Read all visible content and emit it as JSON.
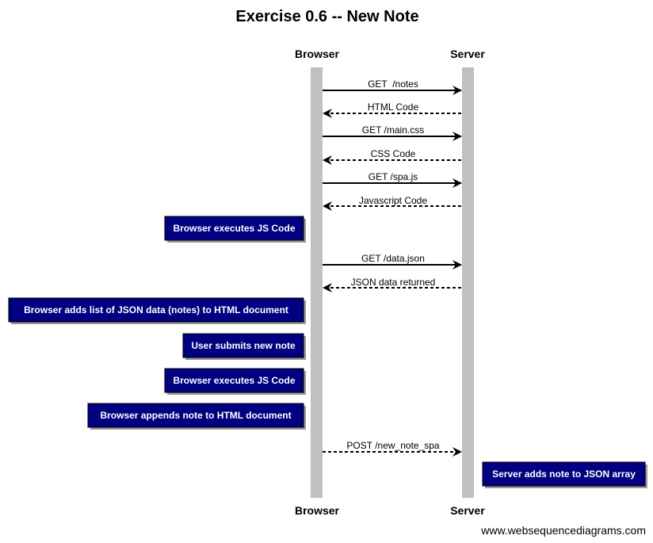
{
  "title": "Exercise 0.6 -- New Note",
  "participants": {
    "browser": "Browser",
    "server": "Server"
  },
  "messages": [
    {
      "label": "GET  /notes",
      "direction": "browser-to-server",
      "style": "solid"
    },
    {
      "label": "HTML Code",
      "direction": "server-to-browser",
      "style": "dashed"
    },
    {
      "label": "GET /main.css",
      "direction": "browser-to-server",
      "style": "solid"
    },
    {
      "label": "CSS Code",
      "direction": "server-to-browser",
      "style": "dashed"
    },
    {
      "label": "GET /spa.js",
      "direction": "browser-to-server",
      "style": "solid"
    },
    {
      "label": "Javascript Code",
      "direction": "server-to-browser",
      "style": "dashed"
    },
    {
      "label": "GET /data.json",
      "direction": "browser-to-server",
      "style": "solid"
    },
    {
      "label": "JSON data returned",
      "direction": "server-to-browser",
      "style": "dashed"
    },
    {
      "label": "POST /new_note_spa",
      "direction": "browser-to-server",
      "style": "dashed"
    }
  ],
  "notes": [
    {
      "text": "Browser executes JS Code",
      "side": "left-of-browser"
    },
    {
      "text": "Browser adds list of JSON data (notes) to HTML document",
      "side": "left-of-browser"
    },
    {
      "text": "User submits new note",
      "side": "left-of-browser"
    },
    {
      "text": "Browser executes JS Code",
      "side": "left-of-browser"
    },
    {
      "text": "Browser appends note to HTML document",
      "side": "left-of-browser"
    },
    {
      "text": "Server adds note to JSON array",
      "side": "right-of-server"
    }
  ],
  "footer": "www.websequencediagrams.com",
  "colors": {
    "lifeline": "#c0c0c0",
    "note_fill": "#000080",
    "note_shadow": "#999999",
    "note_text": "#ffffff"
  }
}
